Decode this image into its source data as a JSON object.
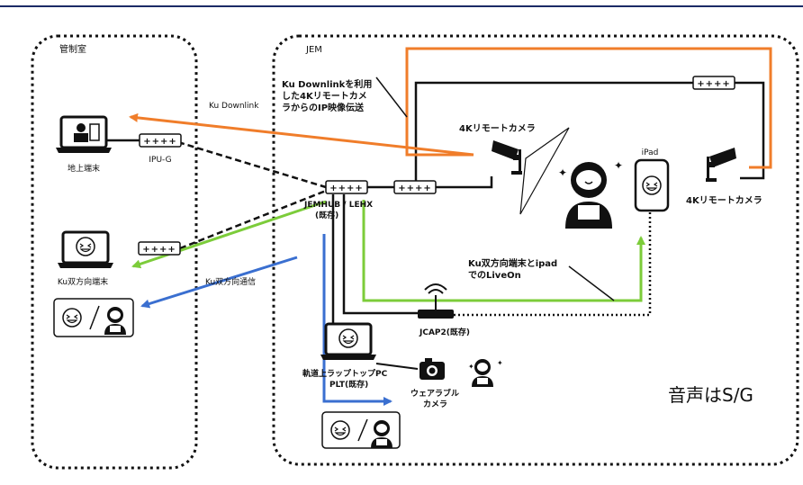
{
  "colors": {
    "frame_line": "#1b2a66",
    "wire_black": "#111111",
    "orange": "#f07d2a",
    "green": "#7ccc3a",
    "blue": "#3a6fd0"
  },
  "zones": {
    "control_room": "管制室",
    "jem": "JEM"
  },
  "labels": {
    "ku_downlink": "Ku Downlink",
    "ground_terminal": "地上端末",
    "ipu_g": "IPU-G",
    "ku_bidir_terminal": "Ku双方向端末",
    "ku_bidir_comm": "Ku双方向通信",
    "jemhub_line1": "JEMHUB / LEHX",
    "jemhub_line2": "(既存)",
    "camera_left": "4Kリモートカメラ",
    "camera_right": "4Kリモートカメラ",
    "ipad": "iPad",
    "jcap2": "JCAP2(既存)",
    "laptop_line1": "軌道上ラップトップPC",
    "laptop_line2": "PLT(既存)",
    "wearable_line1": "ウェアラブル",
    "wearable_line2": "カメラ",
    "audio": "音声はS/G"
  },
  "annotations": {
    "downlink_note": [
      "Ku Downlinkを利用",
      "した4Kリモートカメ",
      "ラからのIP映像伝送"
    ],
    "liveon_note": [
      "Ku双方向端末とipad",
      "でのLiveOn"
    ]
  },
  "icons": {
    "switch": "network-switch-icon",
    "laptop": "laptop-icon",
    "camera": "security-camera-icon",
    "astronaut": "astronaut-icon",
    "tablet": "tablet-icon",
    "router": "wifi-router-icon",
    "photo_camera": "photo-camera-icon",
    "smiley": "smiley-face-icon"
  }
}
